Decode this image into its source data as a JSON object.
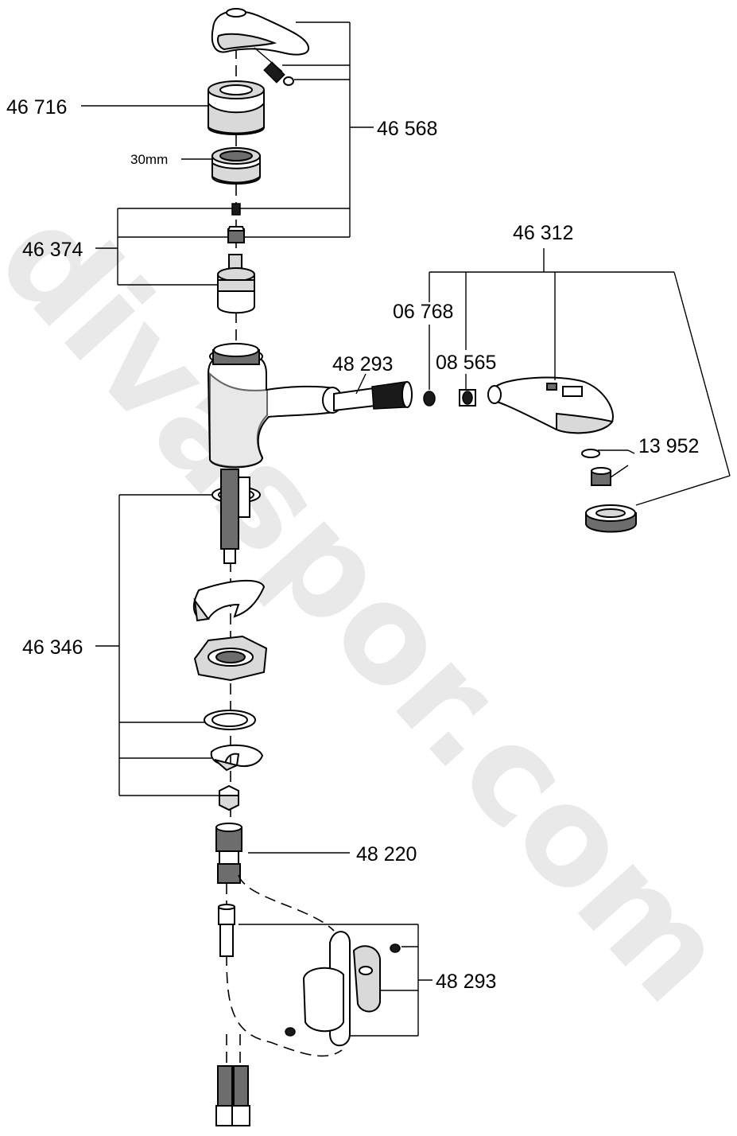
{
  "watermark": "divaspor.com",
  "callouts": {
    "p46716": "46 716",
    "p30mm": "30mm",
    "p46568": "46 568",
    "p46374": "46 374",
    "p46312": "46 312",
    "p06768": "06 768",
    "p48293_top": "48 293",
    "p08565": "08 565",
    "p13952": "13 952",
    "p46346": "46 346",
    "p48220": "48 220",
    "p48293_bottom": "48 293"
  },
  "colors": {
    "line": "#000000",
    "part_fill": "#ffffff",
    "shade": "#d9d9d9",
    "watermark": "#e9e9e9"
  }
}
